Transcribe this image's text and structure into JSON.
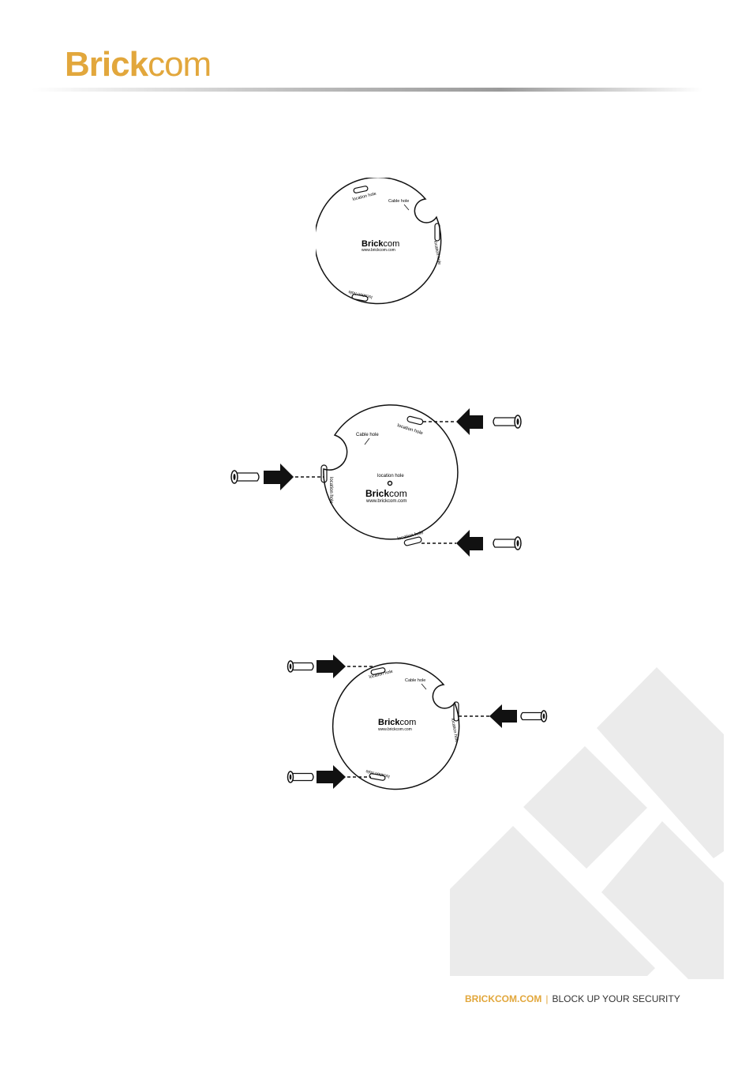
{
  "header": {
    "logo_bold": "Brick",
    "logo_light": "com"
  },
  "plate": {
    "brand_bold": "Brick",
    "brand_light": "com",
    "url": "www.brickcom.com",
    "cable_hole": "Cable hole",
    "location_hole": "location hole"
  },
  "footer": {
    "site": "BRICKCOM.COM",
    "separator": "|",
    "tagline": "BLOCK UP YOUR SECURITY"
  },
  "colors": {
    "brand_gold": "#e2a73c",
    "watermark_gray": "#ebebeb",
    "footer_text": "#333333"
  }
}
